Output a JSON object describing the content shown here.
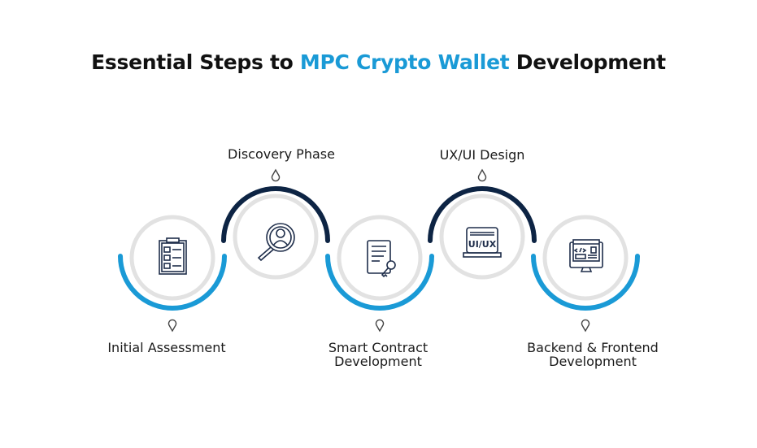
{
  "title": {
    "part1": "Essential Steps to ",
    "highlight": "MPC Crypto Wallet",
    "part2": " Development"
  },
  "colors": {
    "accent_blue": "#1a9ad6",
    "dark_navy": "#0d2444",
    "ring_gray": "#e2e2e2"
  },
  "steps": [
    {
      "label": "Initial Assessment",
      "icon": "checklist-icon",
      "arc": "bottom"
    },
    {
      "label": "Discovery Phase",
      "icon": "magnifier-user-icon",
      "arc": "top"
    },
    {
      "label": "Smart Contract\nDevelopment",
      "icon": "document-key-icon",
      "arc": "bottom"
    },
    {
      "label": "UX/UI Design",
      "icon": "laptop-uiux-icon",
      "arc": "top",
      "icon_text": "UI/UX"
    },
    {
      "label": "Backend & Frontend\nDevelopment",
      "icon": "monitor-code-icon",
      "arc": "bottom"
    }
  ]
}
